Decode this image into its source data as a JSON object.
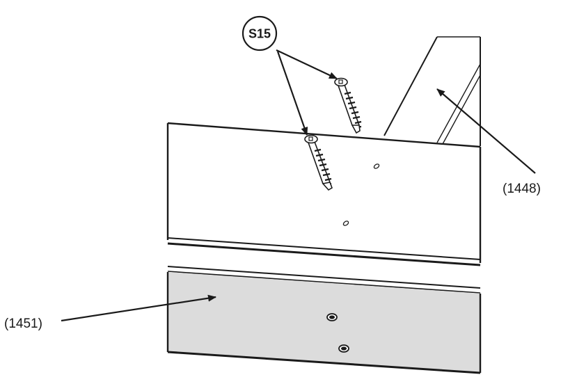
{
  "callouts": {
    "screw_ref": "S15"
  },
  "part_labels": {
    "upper_board": "(1448)",
    "lower_panel": "(1451)"
  },
  "colors": {
    "line": "#1a1a1a",
    "panel_fill": "#dcdcdc",
    "background": "#ffffff"
  }
}
